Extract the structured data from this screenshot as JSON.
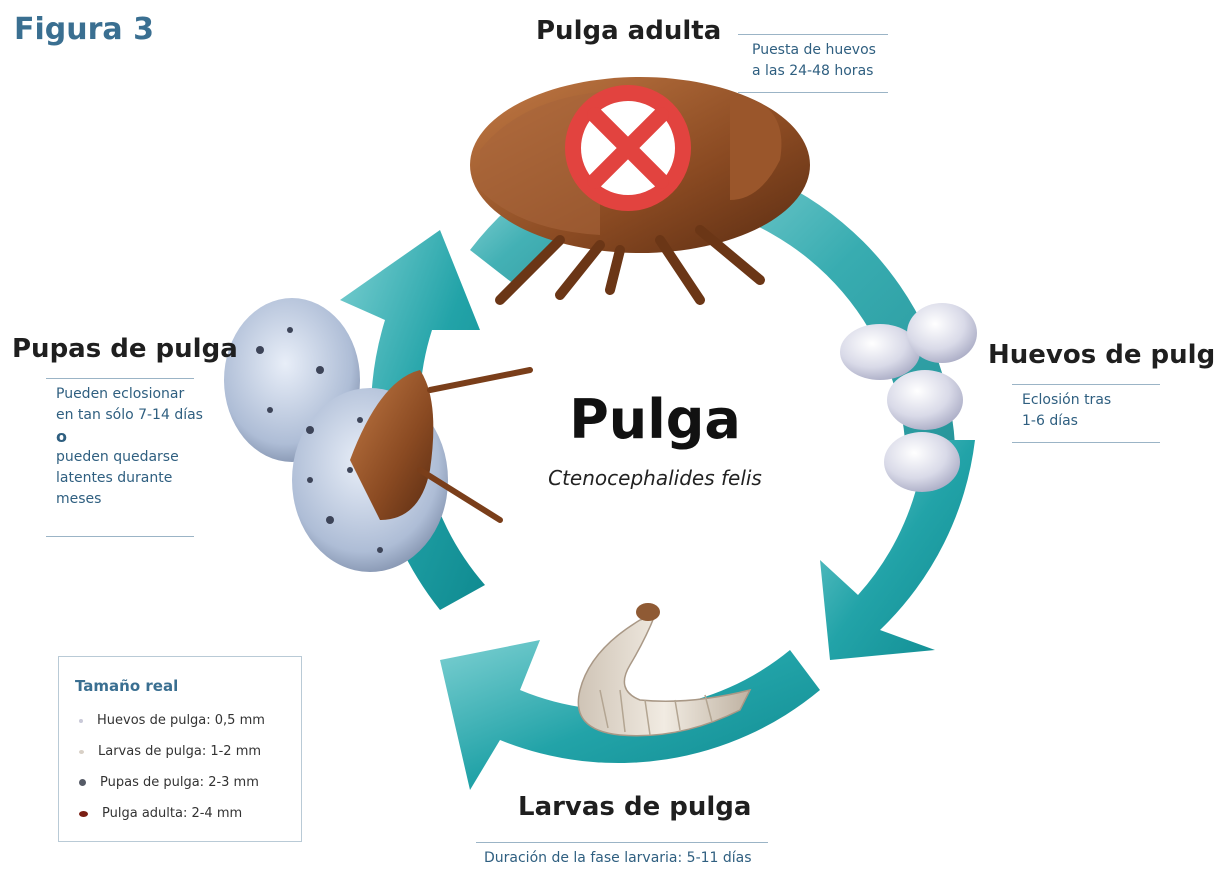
{
  "figure_label": "Figura 3",
  "center": {
    "title": "Pulga",
    "species": "Ctenocephalides felis"
  },
  "stages": {
    "adult": {
      "title": "Pulga adulta",
      "note": [
        "Puesta de huevos",
        "a las 24-48 horas"
      ]
    },
    "eggs": {
      "title": "Huevos de pulga",
      "note": [
        "Eclosión tras",
        "1-6 días"
      ]
    },
    "larvae": {
      "title": "Larvas de pulga",
      "note": [
        "Duración de la fase larvaria: 5-11 días"
      ]
    },
    "pupae": {
      "title": "Pupas de pulga",
      "note": [
        "Pueden eclosionar",
        "en tan sólo 7-14 días",
        "o",
        "pueden quedarse",
        "latentes durante",
        "meses"
      ]
    }
  },
  "legend": {
    "title": "Tamaño real",
    "items": [
      {
        "label": "Huevos de pulga: 0,5 mm",
        "color": "#c9c9d8"
      },
      {
        "label": "Larvas de pulga: 1-2 mm",
        "color": "#d8d0c6"
      },
      {
        "label": "Pupas de pulga: 2-3 mm",
        "color": "#555a66"
      },
      {
        "label": "Pulga adulta: 2-4 mm",
        "color": "#7a1e14"
      }
    ]
  },
  "colors": {
    "cycle_arrow": "#1e9aa0",
    "label_text": "#2f5f80",
    "prohibition_mark": "#e2433f"
  }
}
